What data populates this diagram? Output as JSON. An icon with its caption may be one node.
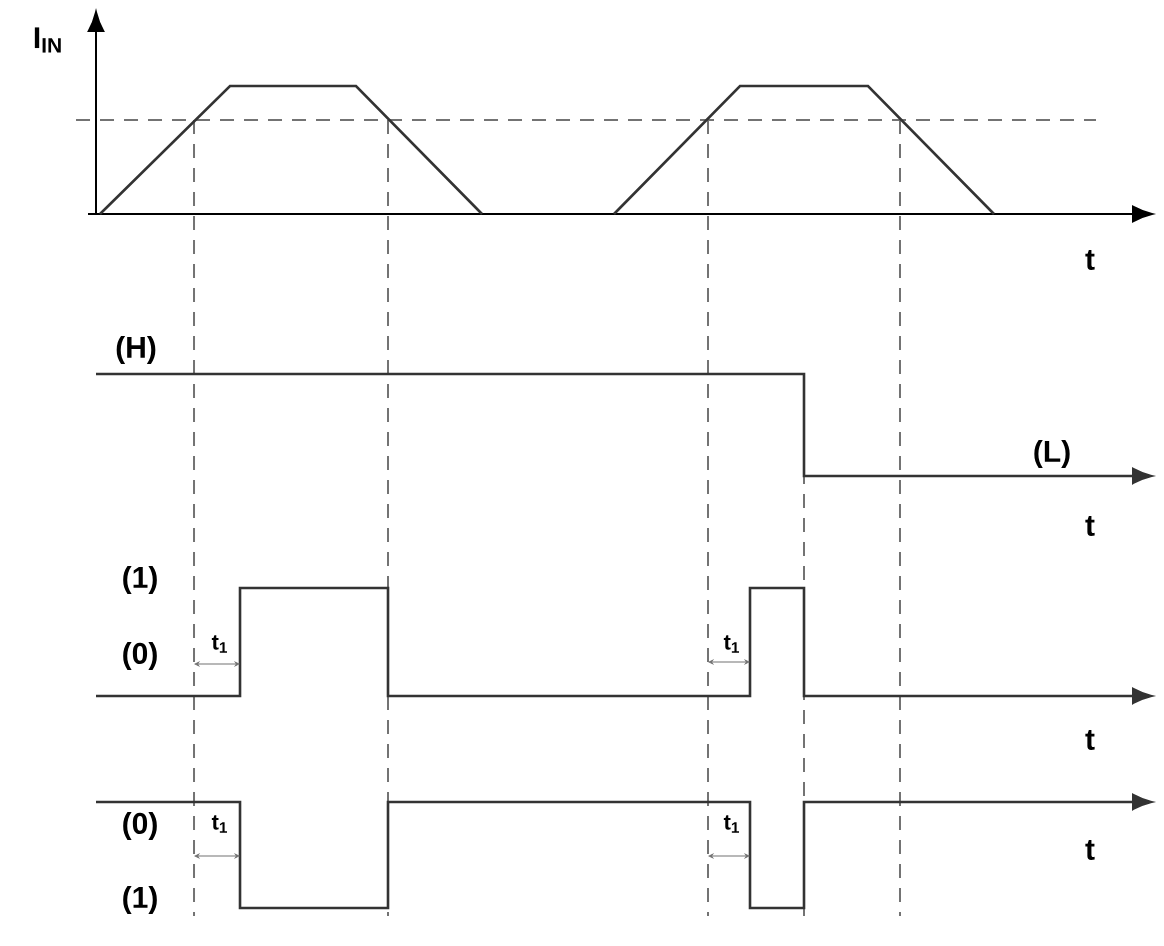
{
  "diagram": {
    "labels": [
      "I$_{IN}$",
      "t",
      "(H)",
      "(L)",
      "t",
      "(1)",
      "(0)",
      "t$_{1}$",
      "t$_{1}$",
      "t",
      "(0)",
      "t$_{1}$",
      "t$_{1}$",
      "t",
      "(1)"
    ]
  }
}
